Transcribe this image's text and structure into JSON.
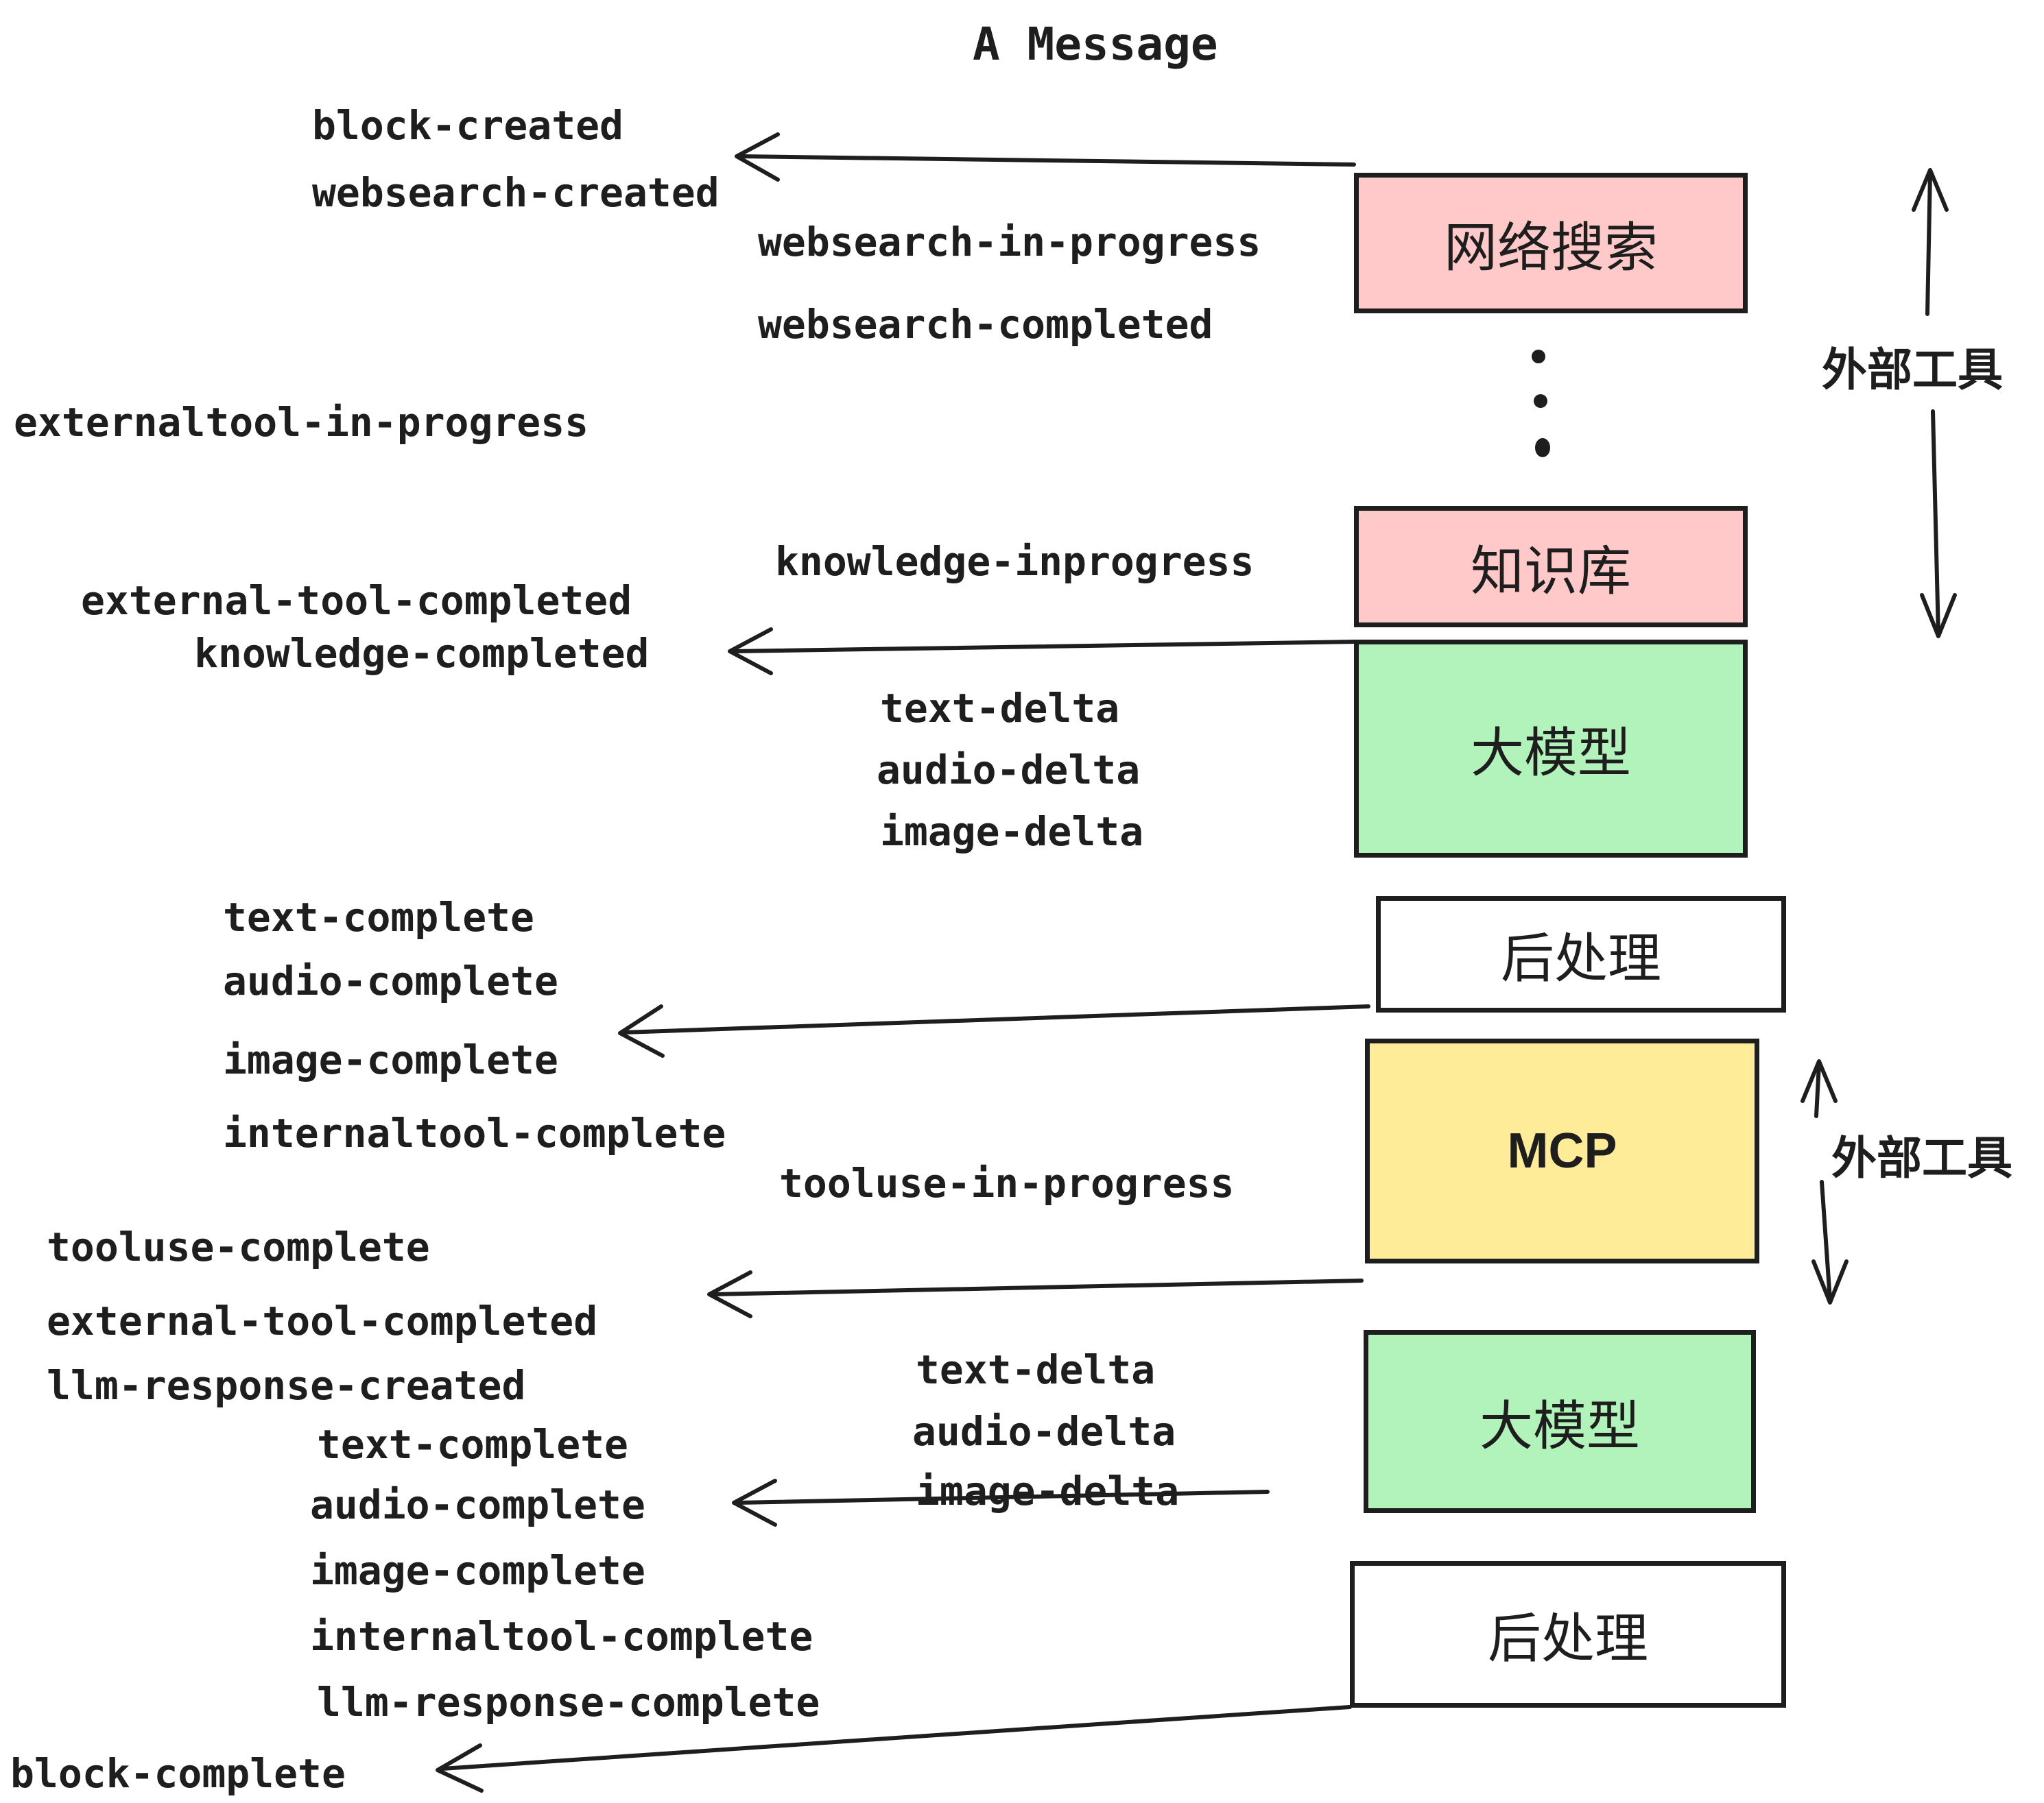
{
  "title": "A Message",
  "events": {
    "block_created": "block-created",
    "websearch_created": "websearch-created",
    "websearch_in_progress": "websearch-in-progress",
    "websearch_completed": "websearch-completed",
    "externaltool_in_progress": "externaltool-in-progress",
    "knowledge_inprogress": "knowledge-inprogress",
    "external_tool_completed": "external-tool-completed",
    "knowledge_completed": "knowledge-completed",
    "text_delta": "text-delta",
    "audio_delta": "audio-delta",
    "image_delta": "image-delta",
    "text_complete": "text-complete",
    "audio_complete": "audio-complete",
    "image_complete": "image-complete",
    "internaltool_complete": "internaltool-complete",
    "tooluse_in_progress": "tooluse-in-progress",
    "tooluse_complete": "tooluse-complete",
    "llm_response_created": "llm-response-created",
    "llm_response_complete": "llm-response-complete",
    "block_complete": "block-complete"
  },
  "boxes": [
    {
      "id": "websearch",
      "label": "网络搜索",
      "fill": "#ffc9c9"
    },
    {
      "id": "knowledge",
      "label": "知识库",
      "fill": "#ffc9c9"
    },
    {
      "id": "llm1",
      "label": "大模型",
      "fill": "#b2f2bb"
    },
    {
      "id": "post1",
      "label": "后处理",
      "fill": "#ffffff"
    },
    {
      "id": "mcp",
      "label": "MCP",
      "fill": "#ffec99"
    },
    {
      "id": "llm2",
      "label": "大模型",
      "fill": "#b2f2bb"
    },
    {
      "id": "post2",
      "label": "后处理",
      "fill": "#ffffff"
    }
  ],
  "side_labels": {
    "external_tools_top": "外部工具",
    "external_tools_mid": "外部工具"
  },
  "colors": {
    "ink": "#1e1e1e",
    "box_pink": "#ffc9c9",
    "box_green": "#b2f2bb",
    "box_yellow": "#ffec99",
    "box_white": "#ffffff"
  }
}
